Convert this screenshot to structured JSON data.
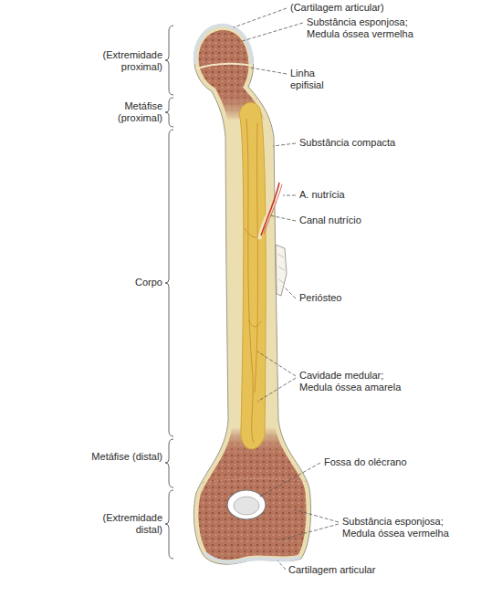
{
  "diagram": {
    "labels": [
      "(Cartilagem articular)",
      "Substância esponjosa; Medula óssea vermelha",
      "(Extremidade proximal)",
      "Linha epifisial",
      "Metáfise (proximal)",
      "Substância compacta",
      "A. nutrícia",
      "Canal nutrício",
      "Corpo",
      "Periósteo",
      "Cavidade medular; Medula óssea amarela",
      "Metáfise (distal)",
      "Fossa do olécrano",
      "(Extremidade distal)",
      "Substância esponjosa; Medula óssea vermelha",
      "Cartilagem articular"
    ]
  }
}
